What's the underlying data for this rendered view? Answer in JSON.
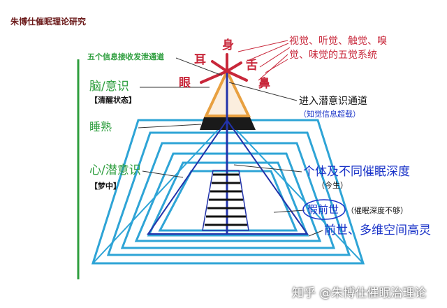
{
  "title": "朱博仕催眠理论研究",
  "left_labels": {
    "channels": "五个信息接收发泄通道",
    "brain_consciousness": "脑/意识",
    "awake_state": "【清醒状态】",
    "deep_sleep": "睡熟",
    "heart_subconscious": "心/潜意识",
    "dream": "【梦中】"
  },
  "senses": {
    "body": "身",
    "ear": "耳",
    "tongue": "舌",
    "eye": "眼",
    "nose": "鼻"
  },
  "right_labels": {
    "five_senses_line1": "视觉、听觉、触觉、嗅",
    "five_senses_line2": "觉、味觉的五觉系统",
    "enter_channel": "进入潜意识通道",
    "overload": "（知觉信息超载）",
    "individual_depth": "个体及不同催眠深度",
    "this_life": "（今生）",
    "false_past_life": "假前世",
    "insufficient_depth": "（催眠深度不够）",
    "past_lives": "前世、多维空间高灵"
  },
  "watermark": "知乎 @朱博仕催眠治理论",
  "colors": {
    "green": "#2e9e3e",
    "red": "#c8273a",
    "blue": "#1a33c8",
    "pyramid_blue": "#2ea4d6",
    "orange": "#e8a040",
    "dark_band": "#1a1a1a",
    "inner_blue": "#2233aa"
  }
}
